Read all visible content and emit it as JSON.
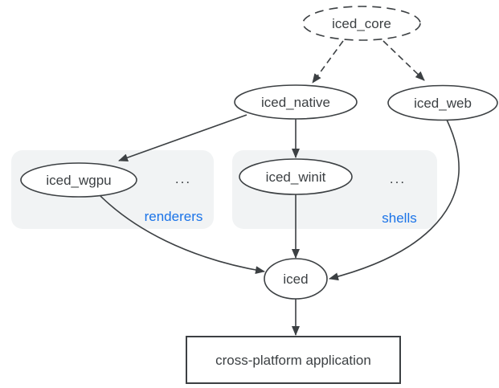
{
  "colors": {
    "node_stroke": "#3c4043",
    "node_text": "#3c4043",
    "group_fill": "#f1f3f4",
    "group_label_text": "#1a73e8",
    "background": "#ffffff"
  },
  "diagram": {
    "nodes": {
      "iced_core": "iced_core",
      "iced_native": "iced_native",
      "iced_web": "iced_web",
      "iced_wgpu": "iced_wgpu",
      "iced_winit": "iced_winit",
      "iced": "iced",
      "application": "cross-platform application"
    },
    "groups": {
      "renderers": {
        "label": "renderers",
        "ellipsis": "..."
      },
      "shells": {
        "label": "shells",
        "ellipsis": "..."
      }
    }
  }
}
